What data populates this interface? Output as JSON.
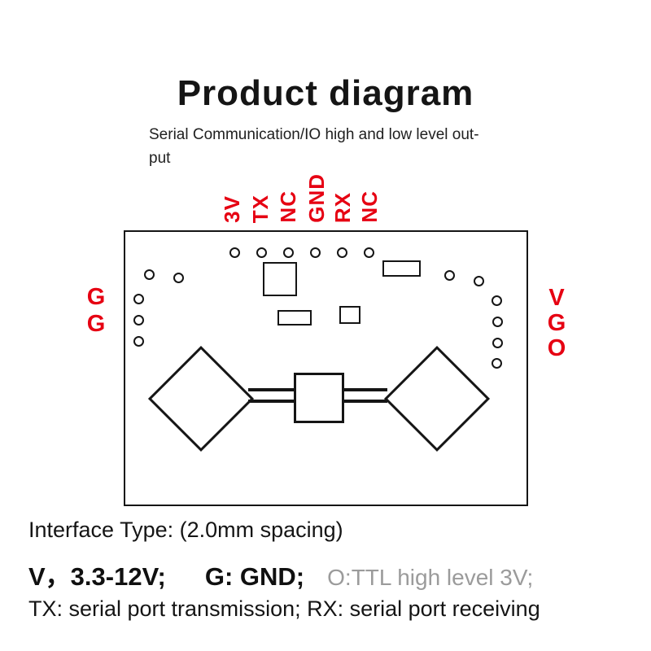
{
  "header": {
    "title": "Product diagram",
    "subtitle_line1": "Serial Communication/IO high and low level out-",
    "subtitle_line2": "put"
  },
  "pins": [
    "3V",
    "TX",
    "NC",
    "GND",
    "RX",
    "NC"
  ],
  "board": {
    "left_pads": [
      "G",
      "G"
    ],
    "right_pads": [
      "V",
      "G",
      "O"
    ]
  },
  "specs": {
    "interface": "Interface Type: (2.0mm spacing)",
    "voltage": "V，3.3-12V;",
    "ground": "G: GND;",
    "output": "O:TTL high level 3V;",
    "serial": "TX: serial port transmission; RX: serial port receiving"
  },
  "colors": {
    "red": "#e60012",
    "gray": "#9b9b9b"
  }
}
